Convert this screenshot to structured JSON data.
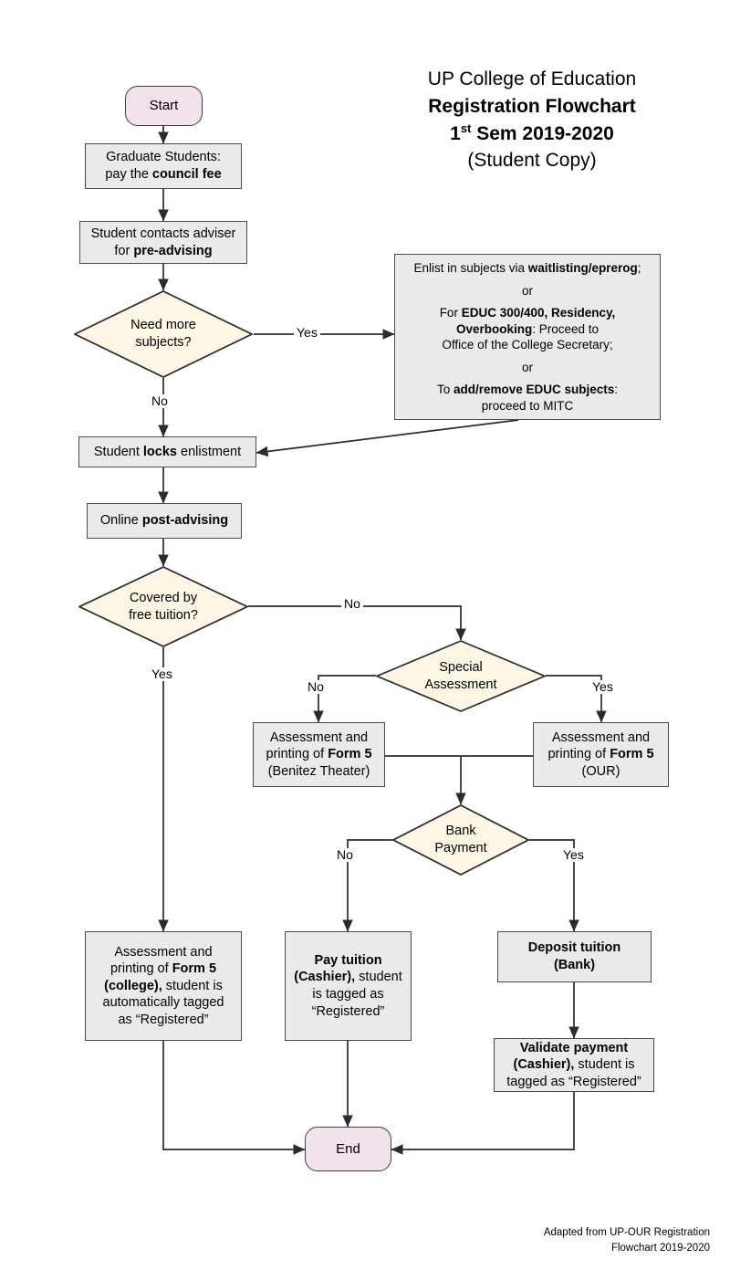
{
  "title": {
    "line1": "UP College of Education",
    "line2": "Registration Flowchart",
    "line3_pre": "1",
    "line3_sup": "st",
    "line3_post": " Sem 2019-2020",
    "line4": "(Student Copy)"
  },
  "footnote": {
    "line1": "Adapted from UP-OUR Registration",
    "line2": "Flowchart 2019-2020"
  },
  "nodes": {
    "start": {
      "label": "Start",
      "shape": "terminator"
    },
    "council_fee": {
      "line1": "Graduate Students:",
      "line2_pre": "pay the ",
      "line2_bold": "council fee"
    },
    "pre_advising": {
      "line1": "Student contacts adviser",
      "line2_pre": "for ",
      "line2_bold": "pre-advising"
    },
    "need_more_subjects": {
      "line1": "Need more",
      "line2": "subjects?"
    },
    "enlist_options": {
      "p1_pre": "Enlist in subjects via ",
      "p1_bold": "waitlisting/eprerog",
      "p1_post": ";",
      "or1": "or",
      "p2_pre": "For ",
      "p2_bold": "EDUC 300/400, Residency, Overbooking",
      "p2_post": ": Proceed to",
      "p2_line2": "Office of the College Secretary;",
      "or2": "or",
      "p3_pre": "To ",
      "p3_bold": "add/remove EDUC subjects",
      "p3_post": ":",
      "p3_line2": "proceed to MITC"
    },
    "lock_enlistment": {
      "pre": "Student ",
      "bold": "locks",
      "post": " enlistment"
    },
    "post_advising": {
      "pre": "Online ",
      "bold": "post-advising"
    },
    "free_tuition": {
      "line1": "Covered by",
      "line2": "free tuition?"
    },
    "special_assessment": {
      "line1": "Special",
      "line2": "Assessment"
    },
    "form5_benitez": {
      "line1": "Assessment and",
      "line2_pre": "printing of ",
      "line2_bold": "Form 5",
      "line3": "(Benitez Theater)"
    },
    "form5_our": {
      "line1": "Assessment and",
      "line2_pre": "printing of ",
      "line2_bold": "Form 5",
      "line3": "(OUR)"
    },
    "bank_payment": {
      "line1": "Bank",
      "line2": "Payment"
    },
    "form5_college": {
      "line1": "Assessment and",
      "line2_pre": "printing of ",
      "line2_bold": "Form 5",
      "line3_bold": "(college),",
      "line3_post": " student is",
      "line4": "automatically tagged",
      "line5": "as “Registered”"
    },
    "pay_tuition": {
      "line1_bold": "Pay tuition",
      "line2_bold": "(Cashier),",
      "line2_post": " student",
      "line3": "is tagged as",
      "line4": "“Registered”"
    },
    "deposit_tuition": {
      "line1_bold": "Deposit tuition",
      "line2_bold": "(Bank)"
    },
    "validate_payment": {
      "line1_bold": "Validate payment",
      "line2_bold": "(Cashier),",
      "line2_post": " student is",
      "line3": "tagged as “Registered”"
    },
    "end": {
      "label": "End",
      "shape": "terminator"
    }
  },
  "edge_labels": {
    "need_more_yes": "Yes",
    "need_more_no": "No",
    "free_tuition_no": "No",
    "free_tuition_yes": "Yes",
    "special_no": "No",
    "special_yes": "Yes",
    "bank_no": "No",
    "bank_yes": "Yes"
  },
  "colors": {
    "terminator_fill": "#f1e2ec",
    "process_fill": "#eaeaea",
    "decision_fill": "#fdf6e4",
    "stroke": "#3f3f3f",
    "text": "#000000",
    "background": "#ffffff"
  }
}
